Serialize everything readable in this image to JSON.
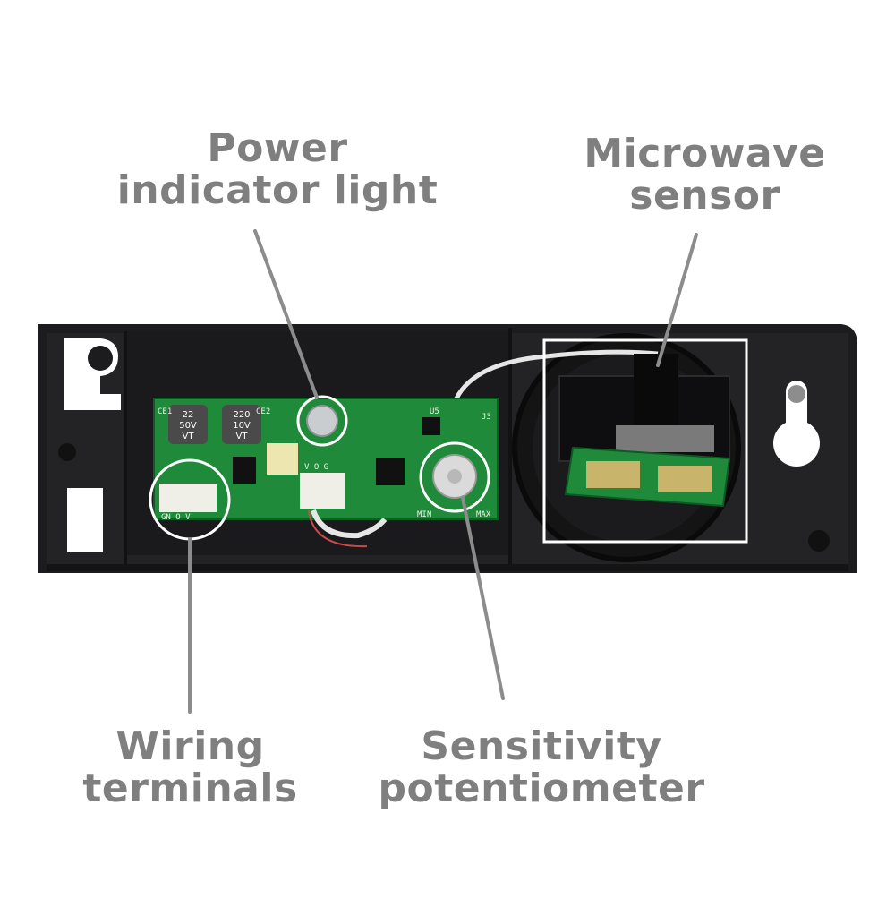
{
  "labels": {
    "power_indicator": {
      "line1": "Power",
      "line2": "indicator light"
    },
    "microwave_sensor": {
      "line1": "Microwave",
      "line2": "sensor"
    },
    "wiring_terminals": {
      "line1": "Wiring",
      "line2": "terminals"
    },
    "sensitivity_pot": {
      "line1": "Sensitivity",
      "line2": "potentiometer"
    }
  },
  "pcb_markings": {
    "cap1_a": "22",
    "cap1_b": "50V",
    "cap1_c": "VT",
    "cap2_a": "220",
    "cap2_b": "10V",
    "cap2_c": "VT",
    "ce1": "CE1",
    "ce2": "CE2",
    "j3": "J3",
    "u5": "U5",
    "pot_min": "MIN",
    "pot_max": "MAX",
    "connector_pins": "V O G",
    "terminal_pins": "GN O V"
  },
  "colors": {
    "label_text": "#7f7f7f",
    "housing": "#1c1c1e",
    "pcb": "#1f8a3a",
    "callout": "#ffffff",
    "leader": "#8c8c8c"
  }
}
